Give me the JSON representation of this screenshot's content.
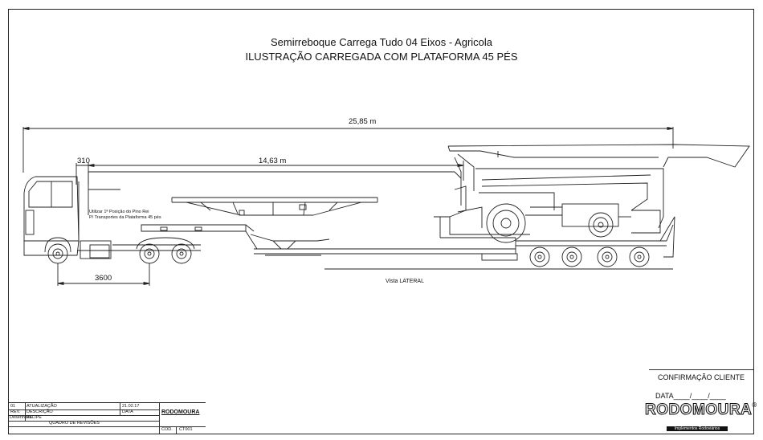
{
  "title": {
    "line1": "Semirreboque Carrega Tudo 04 Eixos - Agricola",
    "line2": "ILUSTRAÇÃO CARREGADA COM PLATAFORMA 45 PÉS"
  },
  "dimensions": {
    "overall_length": "25,85 m",
    "platform_length": "14,63 m",
    "front_offset": "310",
    "truck_wheelbase": "3600"
  },
  "note": {
    "line1": "Utilizar 1ª Posição do Pino Rei",
    "line2": "P/ Transportes da Plataforma 45 pés"
  },
  "view_label": "Vista LATERAL",
  "revisions": {
    "row1": {
      "num": "01",
      "desc": "ATUALIZAÇÃO",
      "date": "21.02.17"
    },
    "row2": {
      "num": "REV.",
      "desc": "DESCRIÇÃO",
      "date": "DATA"
    },
    "drawn_by_label": "Desenhista",
    "drawn_by": "FELIPE",
    "board_label": "QUADRO DE REVISÕES",
    "cod_label": "COD.",
    "cod": "CT001",
    "small_logo": "RODOMOURA"
  },
  "confirmation": {
    "label": "CONFIRMAÇÃO CLIENTE",
    "date_line": "DATA____/____/____"
  },
  "brand": {
    "name": "RODOMOURA",
    "registered": "®",
    "tagline": "Implementos Rodoviários"
  }
}
